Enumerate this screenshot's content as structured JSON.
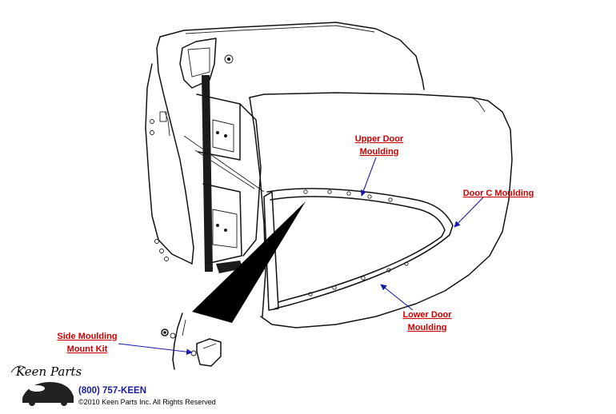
{
  "labels": {
    "upper_door_moulding": [
      "Upper Door",
      "Moulding"
    ],
    "door_c_moulding": [
      "Door C Moulding"
    ],
    "lower_door_moulding": [
      "Lower Door",
      "Moulding"
    ],
    "side_moulding_mount_kit": [
      "Side Moulding",
      "Mount Kit"
    ]
  },
  "branding": {
    "logo": "Keen Parts",
    "phone": "(800) 757-KEEN",
    "copyright": "©2010 Keen Parts Inc. All Rights Reserved"
  },
  "colors": {
    "label": "#cc0000",
    "pointer": "#1a1aa8",
    "line_art": "#111111"
  }
}
